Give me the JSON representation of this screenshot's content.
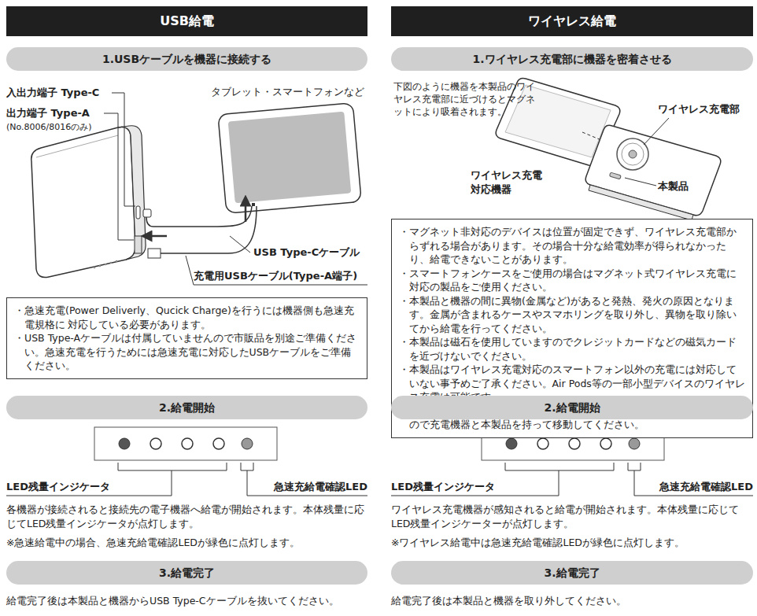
{
  "diagram": {
    "nodes": [
      {
        "text": [
          "USB給電"
        ]
      },
      {
        "text": [
          "1.USBケーブルを機器に接続する"
        ]
      },
      {
        "text": [
          "・急速充電(Power Deliverly、Qucick Charge)を行うには機器側も急速充電規格に 対応している必要があります。",
          "・USB Type-Aケーブルは付属していませんので市販品を別途ご準備ください。急速充電を行うためには急速充電に対応したUSBケーブルをご準備ください。"
        ]
      },
      {
        "text": [
          "2.給電開始"
        ]
      },
      {
        "text": [
          "3.給電完了"
        ]
      },
      {
        "text": [
          "ワイヤレス給電"
        ]
      },
      {
        "text": [
          "1.ワイヤレス充電部に機器を密着させる"
        ]
      },
      {
        "text": [
          "・マグネット非対応のデバイスは位置が固定できず、ワイヤレス充電部からずれる場合があります。その場合十分な給電効率が得られなかったり、給電できないことがあります。",
          "・スマートフォンケースをご使用の場合はマグネット式ワイヤレス充電に対応の製品をご使用ください。",
          "・本製品と機器の間に異物(金属など)があると発熱、発火の原因となります。金属が含まれるケースやスマホリングを取り外し、異物を取り除いてから給電を行ってください。",
          "・本製品は磁石を使用していますのでクレジットカードなどの磁気カードを近づけないでください。",
          "・本製品はワイヤレス充電対応のスマートフォン以外の充電には対応していない事予めご了承ください。Air Pods等の一部小型デバイスのワイヤレス充電は可能です。",
          "・充電時に持ち運ぶ場合は、マグネットが外れて落下する恐れがありますので充電機器と本製品を持って移動してください。"
        ]
      },
      {
        "text": [
          "2.給電開始"
        ]
      },
      {
        "text": [
          "3.給電完了"
        ]
      }
    ],
    "labels": [
      "入出力端子 Type-C",
      "出力端子 Type-A",
      "(No.8006/8016のみ)",
      "タブレット・スマートフォンなど",
      "USB Type-Cケーブル",
      "充電用USBケーブル(Type-A端子)",
      "LED残量インジケータ",
      "急速充給電確認LED",
      "各機器が接続されると接続先の電子機器へ給電が開始されます。本体残量に応じてLED残量インジケータが点灯します。",
      "※急速給電中の場合、急速充給電確認LEDが緑色に点灯します。",
      "給電完了後は本製品と機器からUSB Type-Cケーブルを抜いてください。",
      "下図のように機器を本製品のワイヤレス充電部に近づけるとマグネットにより吸着されます。",
      "ワイヤレス充電部",
      "ワイヤレス充電対応機器",
      "本製品",
      "LED残量インジケータ",
      "急速充給電確認LED",
      "ワイヤレス充電機器が感知されると給電が開始されます。本体残量に応じてLED残量インジケーターが点灯します。",
      "※ワイヤレス給電中は急速充給電確認LEDが緑色に点灯します。",
      "給電完了後は本製品と機器を取り外してください。"
    ]
  }
}
